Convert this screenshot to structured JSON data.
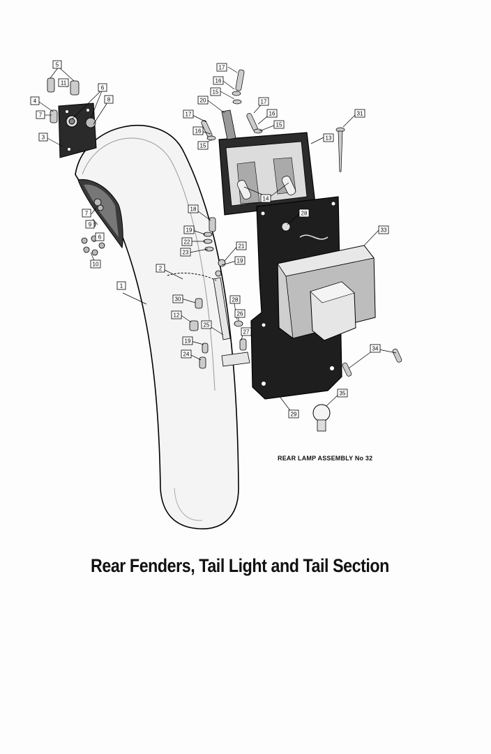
{
  "title": "Rear Fenders, Tail Light and Tail Section",
  "assembly_caption": "REAR LAMP ASSEMBLY  No 32",
  "callouts": {
    "p1": "1",
    "p2": "2",
    "p3": "3",
    "p4": "4",
    "p5": "5",
    "p6a": "6",
    "p6b": "6",
    "p7a": "7",
    "p7b": "7",
    "p8": "8",
    "p9": "9",
    "p10": "10",
    "p11": "11",
    "p12": "12",
    "p13": "13",
    "p14": "14",
    "p15a": "15",
    "p15b": "15",
    "p15c": "15",
    "p16a": "16",
    "p16b": "16",
    "p16c": "16",
    "p17a": "17",
    "p17b": "17",
    "p17c": "17",
    "p18": "18",
    "p19a": "19",
    "p19b": "19",
    "p19c": "19",
    "p20": "20",
    "p21": "21",
    "p22": "22",
    "p23": "23",
    "p24": "24",
    "p25": "25",
    "p26": "26",
    "p27": "27",
    "p28a": "28",
    "p28b": "28",
    "p29": "29",
    "p30": "30",
    "p31": "31",
    "p33": "33",
    "p34": "34",
    "p35": "35"
  }
}
